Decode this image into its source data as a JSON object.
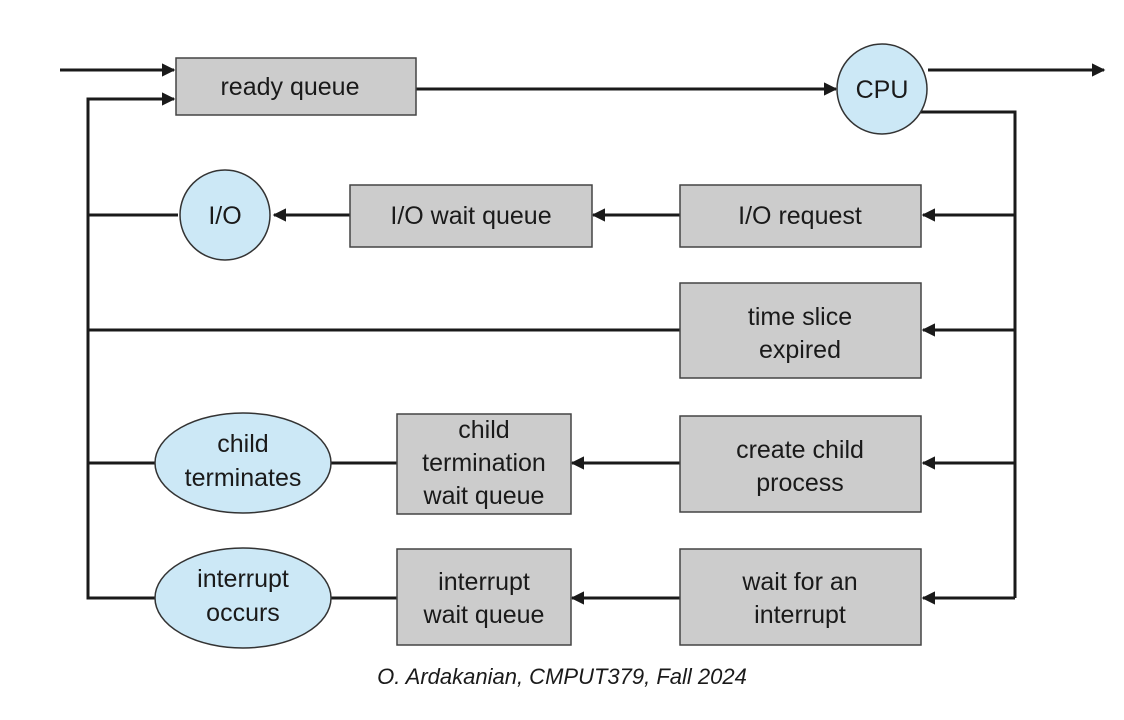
{
  "diagram": {
    "nodes": {
      "ready_queue": "ready queue",
      "cpu": "CPU",
      "io": "I/O",
      "io_wait_queue": "I/O wait queue",
      "io_request": "I/O request",
      "time_slice_expired": [
        "time slice",
        "expired"
      ],
      "child_terminates": [
        "child",
        "terminates"
      ],
      "child_termination_wait_queue": [
        "child",
        "termination",
        "wait queue"
      ],
      "create_child_process": [
        "create child",
        "process"
      ],
      "interrupt_occurs": [
        "interrupt",
        "occurs"
      ],
      "interrupt_wait_queue": [
        "interrupt",
        "wait queue"
      ],
      "wait_for_interrupt": [
        "wait for an",
        "interrupt"
      ]
    }
  },
  "caption": "O. Ardakanian, CMPUT379, Fall 2024",
  "colors": {
    "queue_box": "#cccccc",
    "resource_node": "#cce8f6",
    "line": "#1a1a1a"
  }
}
